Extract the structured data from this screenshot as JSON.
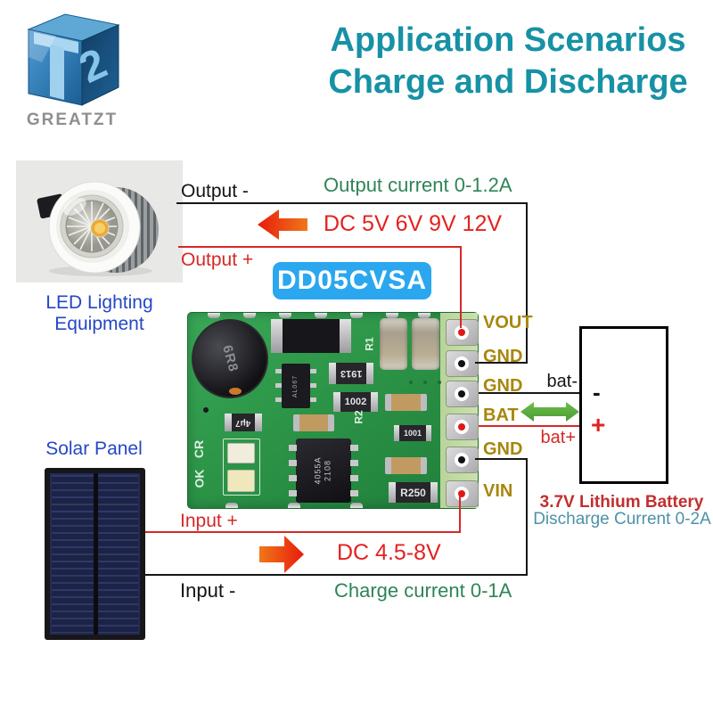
{
  "brand": {
    "logo_text": "GREATZT",
    "glyph_left": "T",
    "glyph_right": "2"
  },
  "title": {
    "line1": "Application Scenarios",
    "line2": "Charge and Discharge"
  },
  "captions": {
    "led_line1": "LED Lighting",
    "led_line2": "Equipment",
    "solar": "Solar Panel"
  },
  "badge": {
    "label": "DD05CVSA"
  },
  "output": {
    "neg": "Output -",
    "current": "Output current 0-1.2A",
    "voltage": "DC 5V 6V 9V 12V",
    "pos": "Output +"
  },
  "input": {
    "pos": "Input +",
    "voltage": "DC 4.5-8V",
    "neg": "Input -",
    "current": "Charge current 0-1A"
  },
  "pins": [
    {
      "name": "VOUT",
      "dot": "red"
    },
    {
      "name": "GND",
      "dot": "black"
    },
    {
      "name": "GND",
      "dot": "black"
    },
    {
      "name": "BAT",
      "dot": "red"
    },
    {
      "name": "GND",
      "dot": "black"
    },
    {
      "name": "VIN",
      "dot": "red"
    }
  ],
  "battery": {
    "neg_wire": "bat-",
    "pos_wire": "bat+",
    "neg_sign": "-",
    "pos_sign": "+",
    "title": "3.7V Lithium Battery",
    "subtitle": "Discharge Current 0-2A"
  },
  "pcb": {
    "inductor": "6R8",
    "silk_r1": "R1",
    "silk_r2": "R2",
    "silk_cr": "CR",
    "silk_ok": "OK",
    "res_1913": "1913",
    "res_1002": "1002",
    "res_1001": "1001",
    "res_r250": "R250",
    "cap_4u7": "4μ7",
    "ic_main": "4055A\n2108",
    "ic_sot": "AL067"
  },
  "colors": {
    "title_teal": "#1791A5",
    "green_text": "#2F8457",
    "red_text": "#E32222",
    "wire_red": "#D62828",
    "wire_black": "#161616",
    "pin_label_gold": "#A8860D",
    "caption_blue": "#2547C5",
    "battery_title_red": "#C32E2E",
    "battery_subtitle_teal": "#4D91A8",
    "badge_blue": "#2BA7EF",
    "arrow_green": "#57A43F"
  }
}
